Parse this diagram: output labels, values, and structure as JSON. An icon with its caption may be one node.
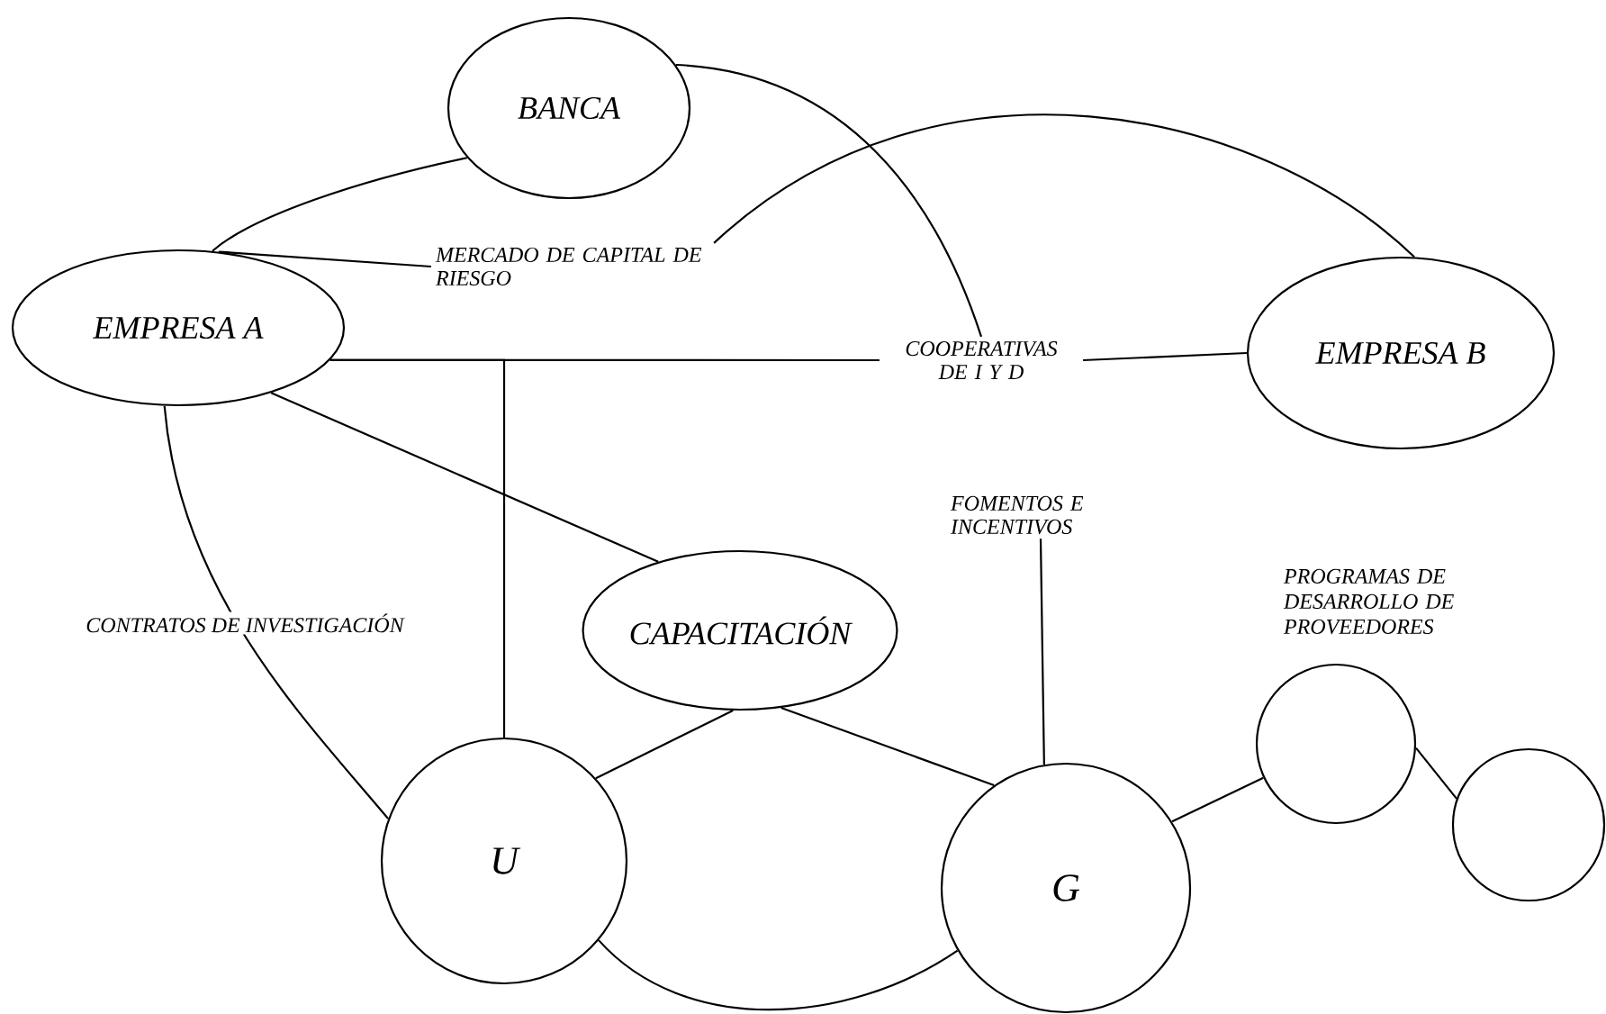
{
  "diagram": {
    "nodes": [
      {
        "text": [
          "BANCA"
        ]
      },
      {
        "text": [
          "EMPRESA A"
        ]
      },
      {
        "text": [
          "MERCADO DE CAPITAL DE RIESGO"
        ]
      },
      {
        "text": [
          "COOPERATIVAS DE I Y D"
        ]
      },
      {
        "text": [
          "EMPRESA B"
        ]
      },
      {
        "text": [
          "FOMENTOS E INCENTIVOS"
        ]
      },
      {
        "text": [
          "CAPACITACIÓN"
        ]
      },
      {
        "text": [
          "U"
        ]
      },
      {
        "text": [
          "G"
        ]
      },
      {
        "text": [],
        "shape": "circle",
        "beside": [
          "PROGRAMAS DE DESARROLLO DE PROVEEDORES"
        ]
      },
      {
        "text": [],
        "shape": "circle"
      }
    ],
    "edges": [
      {
        "from": 0,
        "to": 1,
        "arrow": "none"
      },
      {
        "from": 1,
        "to": 2,
        "arrow": "none"
      },
      {
        "from": 2,
        "to": 4,
        "arrow": "none"
      },
      {
        "from": 0,
        "to": 3,
        "arrow": "none"
      },
      {
        "from": 1,
        "to": 3,
        "arrow": "none"
      },
      {
        "from": 3,
        "to": 4,
        "arrow": "none"
      },
      {
        "from": 1,
        "to": 7,
        "arrow": "none"
      },
      {
        "from": 1,
        "to": 6,
        "arrow": "none"
      },
      {
        "from": 1,
        "to": 7,
        "arrow": "none",
        "label": "CONTRATOS DE INVESTIGACIÓN"
      },
      {
        "from": 5,
        "to": 8,
        "arrow": "none"
      },
      {
        "from": 6,
        "to": 7,
        "arrow": "none"
      },
      {
        "from": 6,
        "to": 8,
        "arrow": "none"
      },
      {
        "from": 7,
        "to": 8,
        "arrow": "none"
      },
      {
        "from": 8,
        "to": 9,
        "arrow": "none"
      },
      {
        "from": 9,
        "to": 10,
        "arrow": "none"
      }
    ]
  }
}
